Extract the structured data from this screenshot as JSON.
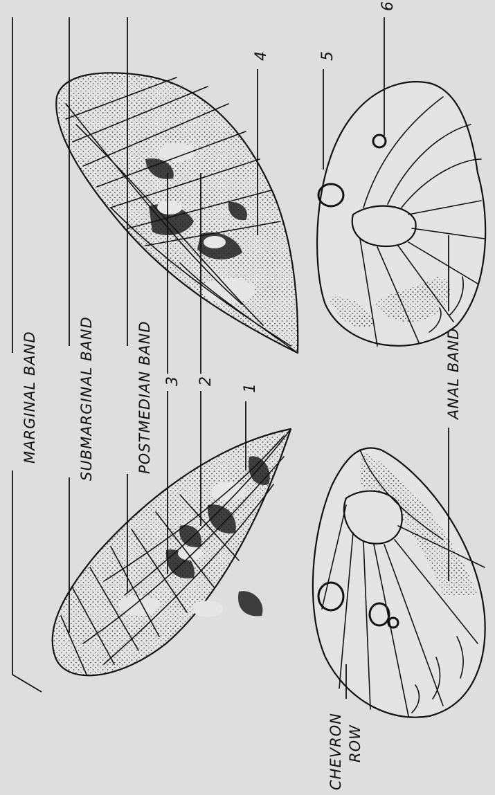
{
  "labels": {
    "marginal_band": "MARGINAL BAND",
    "submarginal_band": "SUBMARGINAL BAND",
    "postmedian_band": "POSTMEDIAN BAND",
    "anal_band": "ANAL BAND",
    "chevron": "CHEVRON",
    "row": "ROW"
  },
  "numbers": {
    "n1": "1",
    "n2": "2",
    "n3": "3",
    "n4": "4",
    "n5": "5",
    "n6": "6"
  }
}
